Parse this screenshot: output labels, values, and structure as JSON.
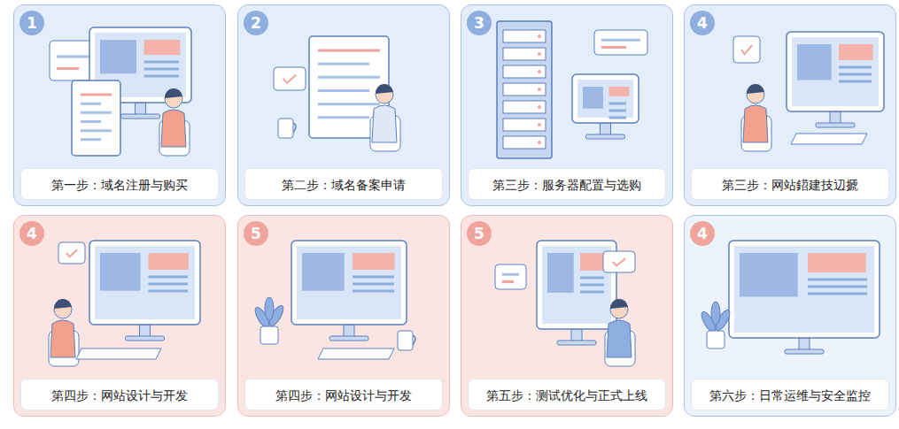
{
  "diagram": {
    "nodes": [
      {
        "text": [
          "1",
          "第一步：域名注册与购买"
        ]
      },
      {
        "text": [
          "2",
          "第二步：域名备案申请"
        ]
      },
      {
        "text": [
          "3",
          "第三步：服务器配置与选购"
        ]
      },
      {
        "text": [
          "4",
          "第三步：网站鍣建技辺搋"
        ]
      },
      {
        "text": [
          "4",
          "第四步：网站设计与开发"
        ]
      },
      {
        "text": [
          "5",
          "第四步：网站设计与开发"
        ]
      },
      {
        "text": [
          "5",
          "第五步：测试优化与正式上线"
        ]
      },
      {
        "text": [
          "4",
          "第六步：日常运维与安全监控"
        ]
      }
    ]
  }
}
